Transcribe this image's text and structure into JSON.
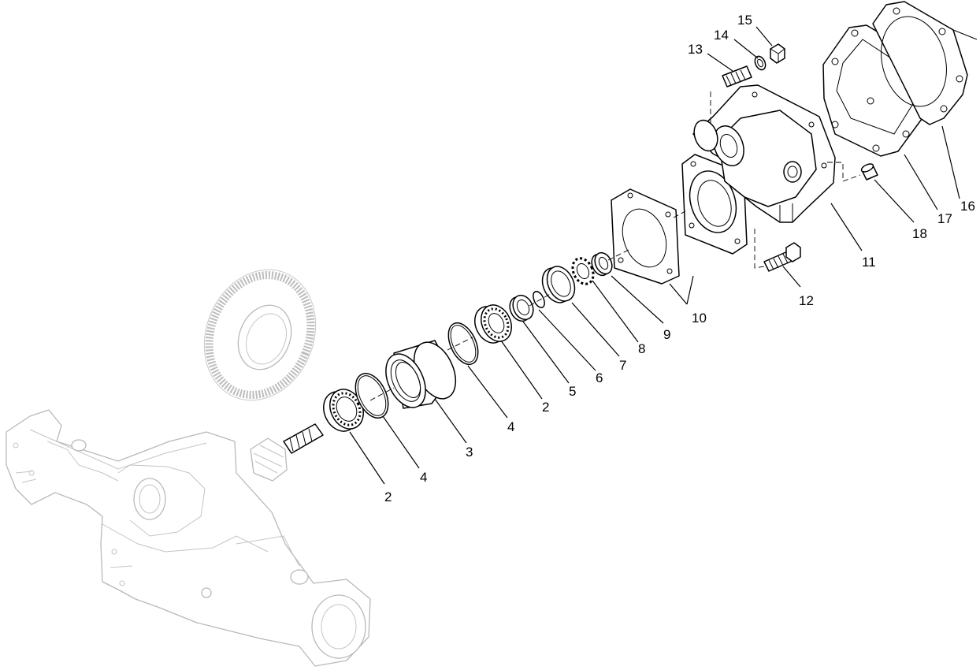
{
  "callouts": {
    "c13": "13",
    "c14": "14",
    "c15": "15",
    "c16": "16",
    "c17": "17",
    "c18": "18",
    "c11": "11",
    "c12": "12",
    "c10": "10",
    "c9": "9",
    "c8": "8",
    "c7": "7",
    "c6": "6",
    "c5": "5",
    "c2a": "2",
    "c4a": "4",
    "c3": "3",
    "c4b": "4",
    "c2b": "2"
  }
}
